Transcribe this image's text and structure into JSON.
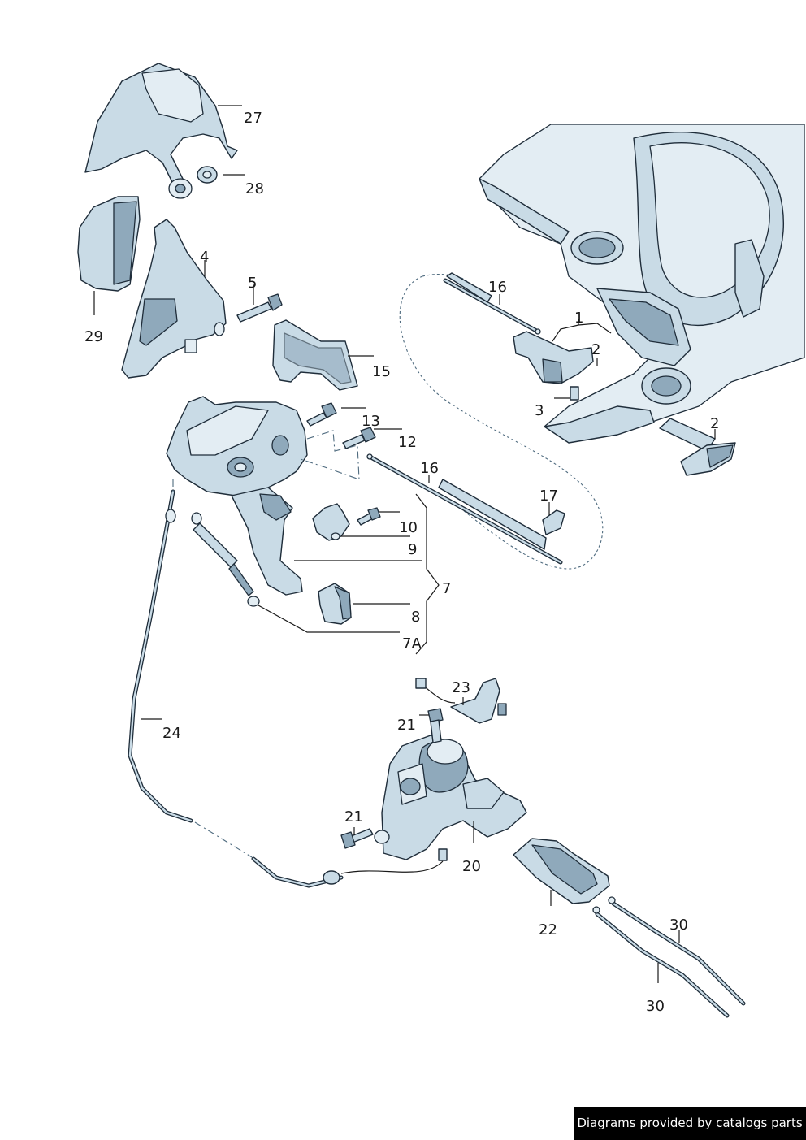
{
  "credit": "Diagrams provided by catalogs parts",
  "callouts": {
    "c1": "1",
    "c2a": "2",
    "c2b": "2",
    "c3": "3",
    "c4": "4",
    "c5": "5",
    "c7": "7",
    "c7A": "7A",
    "c8": "8",
    "c9": "9",
    "c10": "10",
    "c12": "12",
    "c13": "13",
    "c15": "15",
    "c16a": "16",
    "c16b": "16",
    "c17": "17",
    "c20": "20",
    "c21a": "21",
    "c21b": "21",
    "c22": "22",
    "c23": "23",
    "c24": "24",
    "c27": "27",
    "c28": "28",
    "c29": "29",
    "c30a": "30",
    "c30b": "30"
  }
}
